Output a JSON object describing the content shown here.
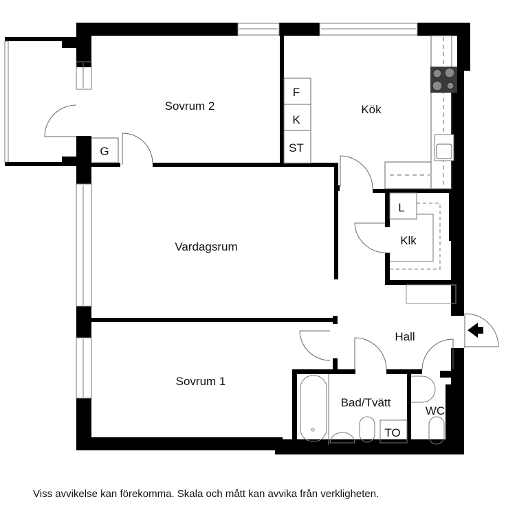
{
  "floorplan": {
    "rooms": {
      "sovrum2": "Sovrum 2",
      "kok": "Kök",
      "vardagsrum": "Vardagsrum",
      "sovrum1": "Sovrum 1",
      "hall": "Hall",
      "klk": "Klk",
      "bad": "Bad/Tvätt",
      "wc": "WC"
    },
    "fixtures": {
      "g": "G",
      "f": "F",
      "k": "K",
      "st": "ST",
      "l": "L",
      "to": "TO"
    },
    "colors": {
      "wall": "#000000",
      "line": "#555555",
      "stove": "#3a3a3a"
    }
  },
  "disclaimer": "Viss avvikelse kan förekomma. Skala och mått kan avvika från verkligheten."
}
